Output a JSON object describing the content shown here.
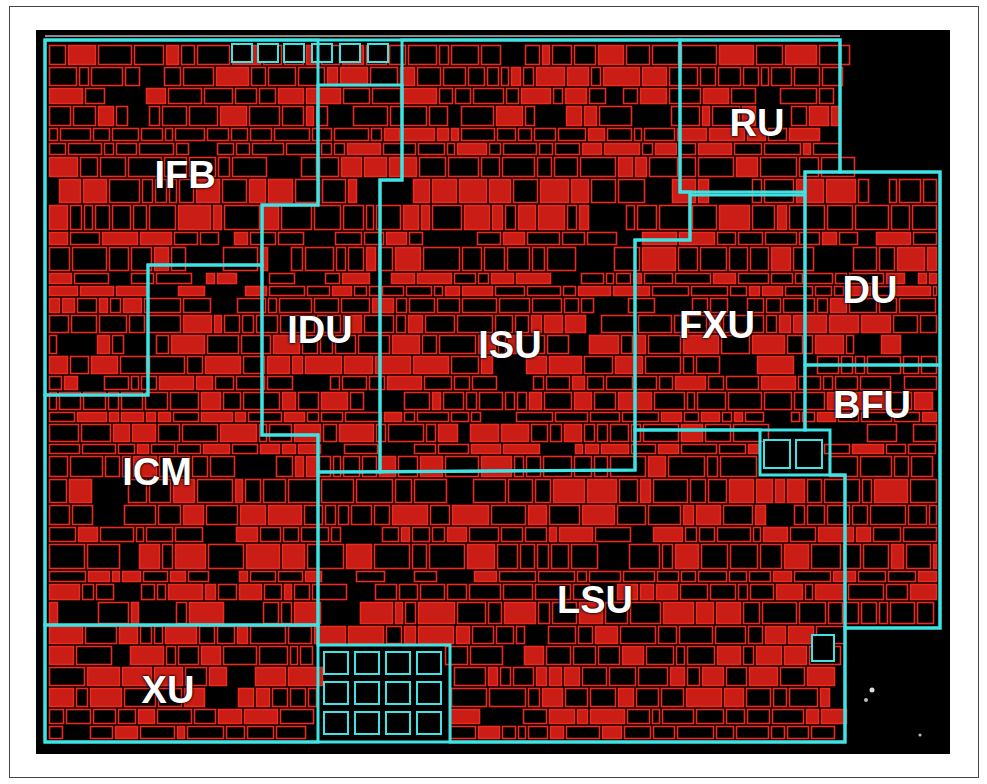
{
  "diagram": {
    "nodes": [
      {
        "text": [
          "IFB"
        ]
      },
      {
        "text": [
          "RU"
        ]
      },
      {
        "text": [
          "IDU"
        ]
      },
      {
        "text": [
          "ISU"
        ]
      },
      {
        "text": [
          "FXU"
        ]
      },
      {
        "text": [
          "DU"
        ]
      },
      {
        "text": [
          "BFU"
        ]
      },
      {
        "text": [
          "ICM"
        ]
      },
      {
        "text": [
          "LSU"
        ]
      },
      {
        "text": [
          "XU"
        ]
      }
    ]
  }
}
